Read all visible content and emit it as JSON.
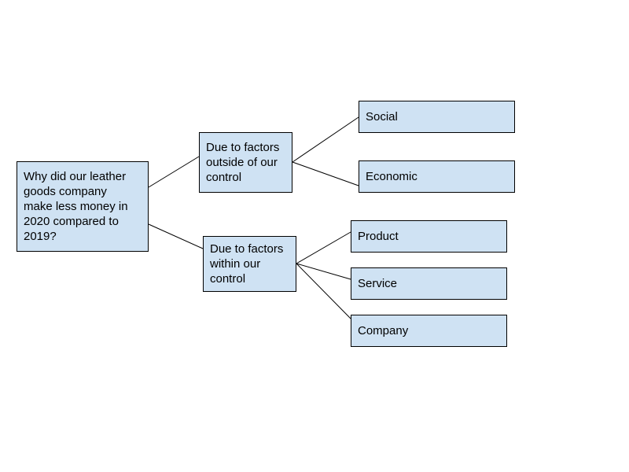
{
  "diagram": {
    "root": "Why did our leather\ngoods company\nmake less money in\n2020 compared to\n2019?",
    "branches": [
      {
        "label": "Due to factors\noutside of our\ncontrol",
        "children": [
          "Social",
          "Economic"
        ]
      },
      {
        "label": "Due to factors\nwithin our\ncontrol",
        "children": [
          "Product",
          "Service",
          "Company"
        ]
      }
    ]
  },
  "colors": {
    "box_fill": "#cfe2f3",
    "box_border": "#000000",
    "connector": "#000000"
  }
}
